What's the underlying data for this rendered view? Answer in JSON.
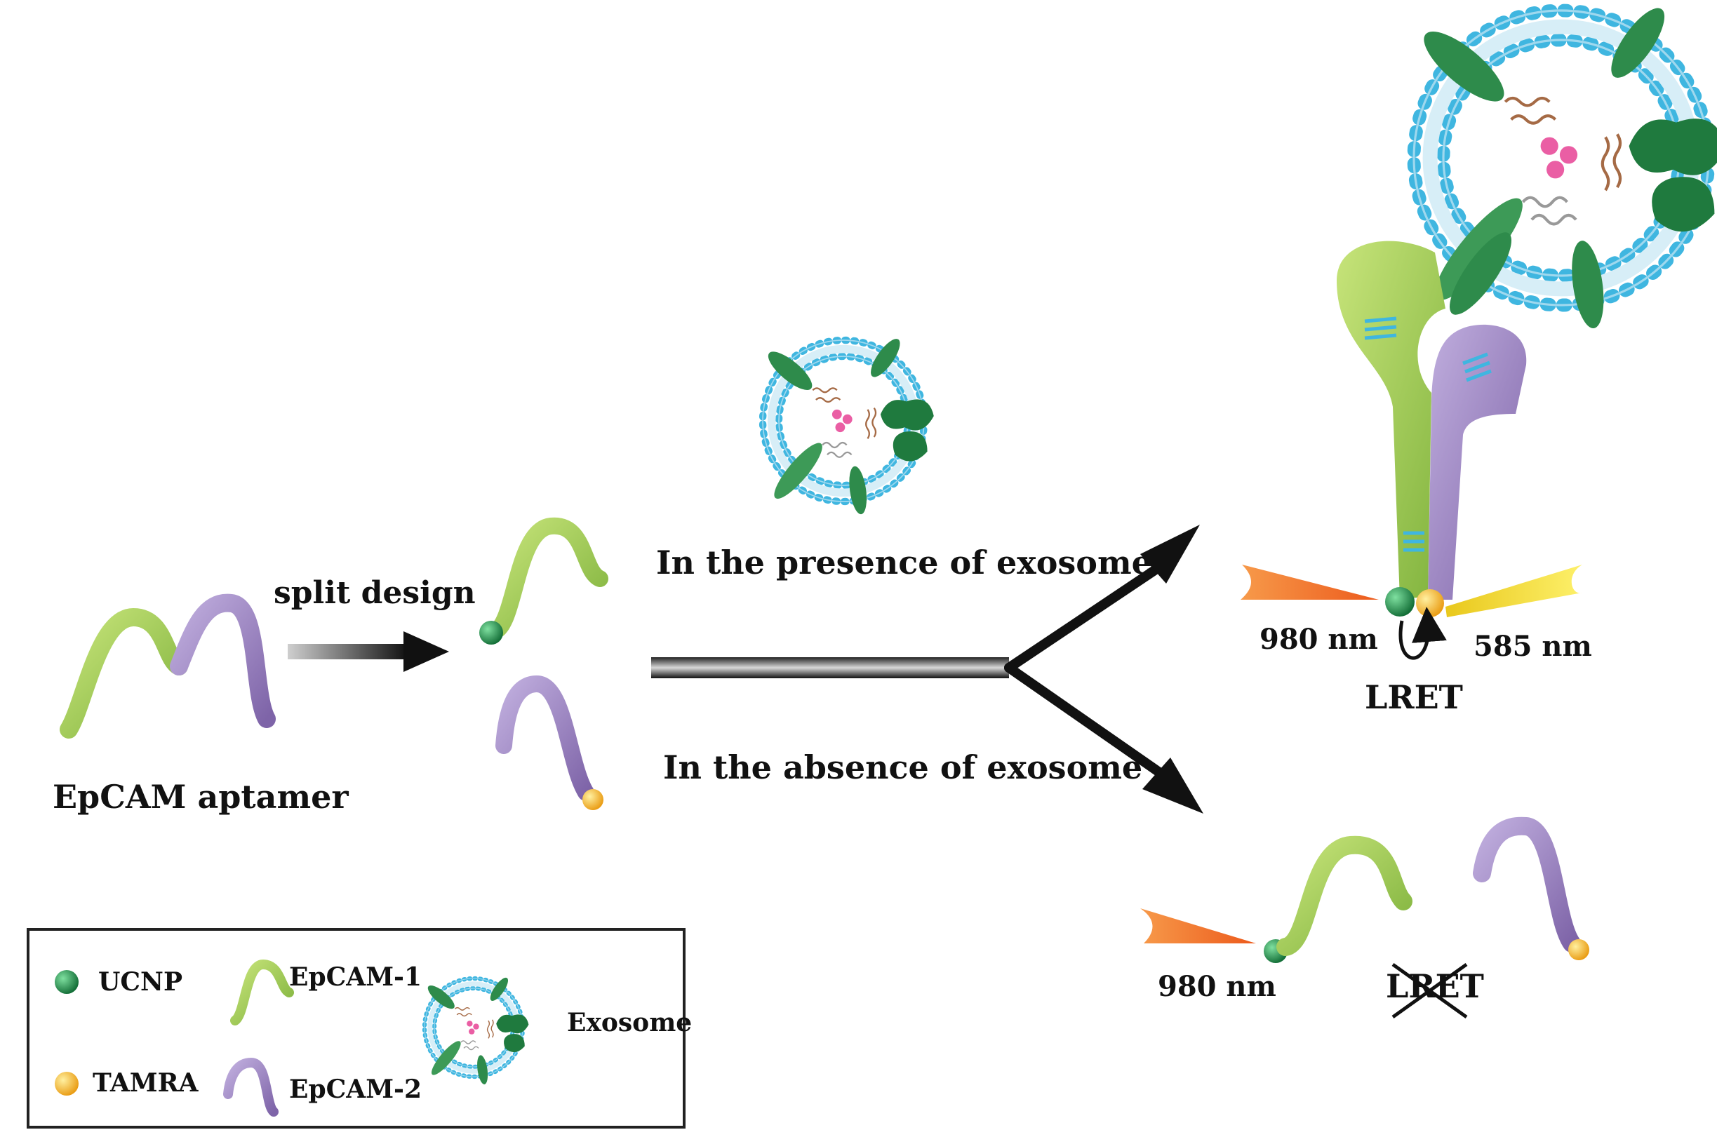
{
  "labels": {
    "left_caption": "EpCAM aptamer",
    "split": "split design",
    "presence": "In the presence of exosome",
    "absence": "In the absence of exosome",
    "excitation_top": "980 nm",
    "emission_top": "585 nm",
    "lret_top": "LRET",
    "excitation_bottom": "980 nm",
    "lret_bottom": "LRET"
  },
  "legend": {
    "ucnp": "UCNP",
    "tamra": "TAMRA",
    "epcam1": "EpCAM-1",
    "epcam2": "EpCAM-2",
    "exosome": "Exosome"
  },
  "colors": {
    "epcam1": "#9cc94a",
    "epcam2": "#9b82bf",
    "ucnp": "#1f8f4a",
    "tamra": "#f6b81d",
    "membrane": "#3fb6e0",
    "protein": "#2e8b4b",
    "laser_orange": "#f47a35",
    "laser_yellow": "#f3e23a"
  }
}
